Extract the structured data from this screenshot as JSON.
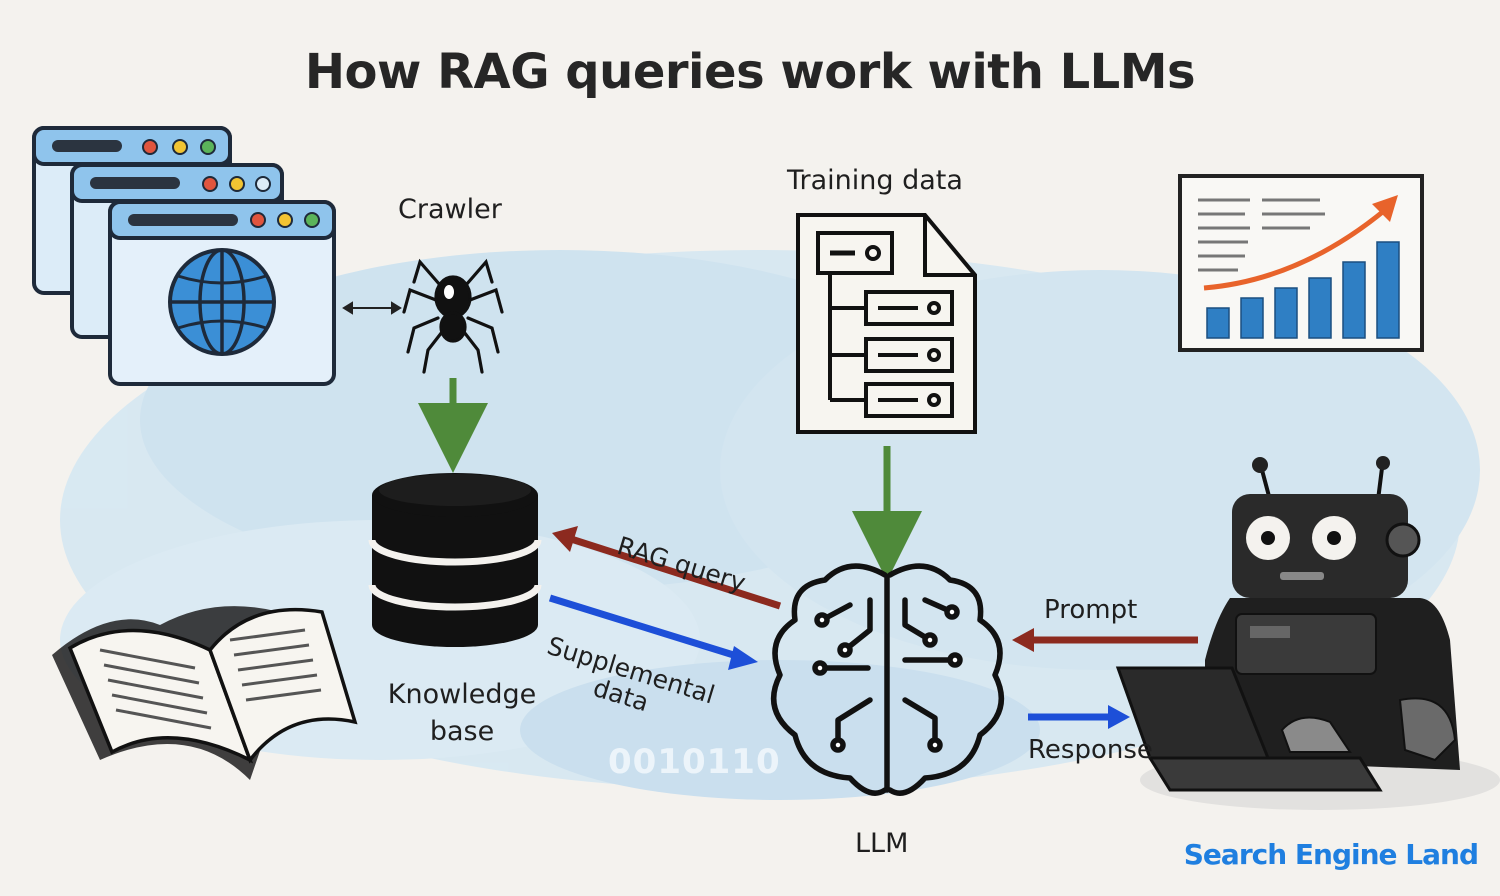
{
  "title": "How RAG queries work with LLMs",
  "nodes": {
    "crawler": "Crawler",
    "training_data": "Training data",
    "knowledge_base_line1": "Knowledge",
    "knowledge_base_line2": "base",
    "llm": "LLM"
  },
  "edges": {
    "rag_query": "RAG query",
    "supplemental_line1": "Supplemental",
    "supplemental_line2": "data",
    "prompt": "Prompt",
    "response": "Response"
  },
  "binary_text": "0010110",
  "brand": "Search Engine Land",
  "colors": {
    "green_arrow": "#4f8a3a",
    "red_arrow": "#8c2a1f",
    "blue_arrow": "#1d4fd8",
    "wash_blue": "#bfdcef",
    "brand_blue": "#1f7fe0",
    "chart_orange": "#e8632b"
  }
}
